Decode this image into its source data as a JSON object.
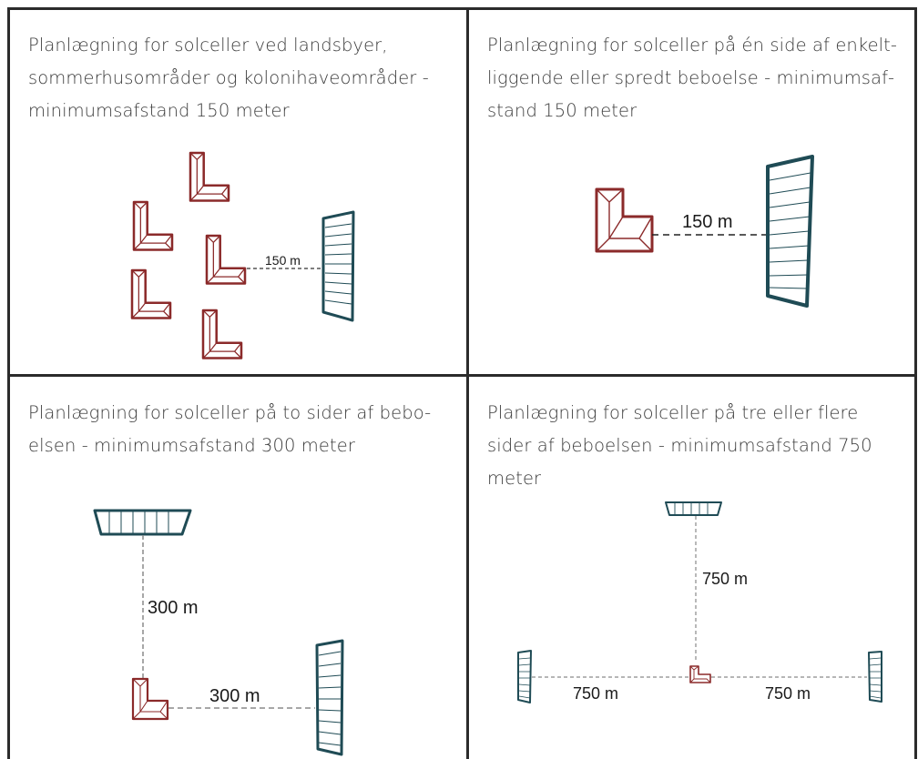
{
  "colors": {
    "house": "#8b2a2a",
    "panel": "#1f4b55",
    "dash": "#7a7a7a",
    "border": "#2b2b2b"
  },
  "panels": [
    {
      "title": "Planlægning for solceller ved landsbyer, sommerhusområder og kolonihaveområder  -  minimumsafstand 150 meter",
      "distance_labels": [
        "150 m"
      ]
    },
    {
      "title": "Planlægning for solceller på én side af enkelt-liggende eller spredt beboelse -  minimumsaf-stand 150 meter",
      "distance_labels": [
        "150 m"
      ]
    },
    {
      "title": "Planlægning for solceller på to sider af bebo-elsen - minimumsafstand 300 meter",
      "distance_labels": [
        "300 m",
        "300 m"
      ]
    },
    {
      "title": "Planlægning for solceller på tre eller flere sider af beboelsen - minimumsafstand 750 meter",
      "distance_labels": [
        "750 m",
        "750 m",
        "750 m"
      ]
    }
  ]
}
